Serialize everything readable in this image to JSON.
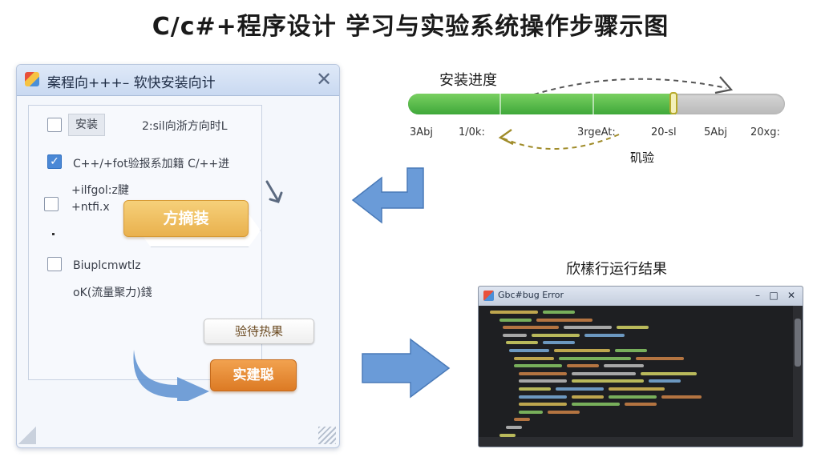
{
  "title": "C/c#+程序设计 学习与实验系统操作步骤示图",
  "wizard": {
    "title": "案程向+++– 软快安装向计",
    "close_glyph": "✕",
    "rows": [
      {
        "checked": false,
        "text": "安装",
        "text2": "2:sil向浙方向时L"
      },
      {
        "checked": true,
        "text": "C++/+fot验报系加籍 C/++进"
      },
      {
        "checked": false,
        "text": "+ilfgol:z腱",
        "text2": "+ntfi.x"
      },
      {
        "checked": false,
        "text": "Biuplcmwtlz",
        "text2": "oK(流量聚力)錢"
      }
    ],
    "install_button": "方摘装",
    "wait_button": "验待热果",
    "run_button": "实建聪"
  },
  "progress": {
    "label": "安装进度",
    "percent": 71,
    "ticks": [
      "3Abj",
      "1/0k:",
      "3rgeAt:",
      "20-sl",
      "5Abj",
      "20xg:"
    ],
    "verify_label": "矶验"
  },
  "code_window": {
    "caption": "欣榡行运行结果",
    "title": "Gbc#bug Error",
    "controls": [
      "–",
      "□",
      "✕"
    ]
  },
  "colors": {
    "progress_fill": "#4caf45",
    "arrow_blue": "#5a8fd0",
    "install_button": "#edb957",
    "run_button": "#e38a34"
  }
}
